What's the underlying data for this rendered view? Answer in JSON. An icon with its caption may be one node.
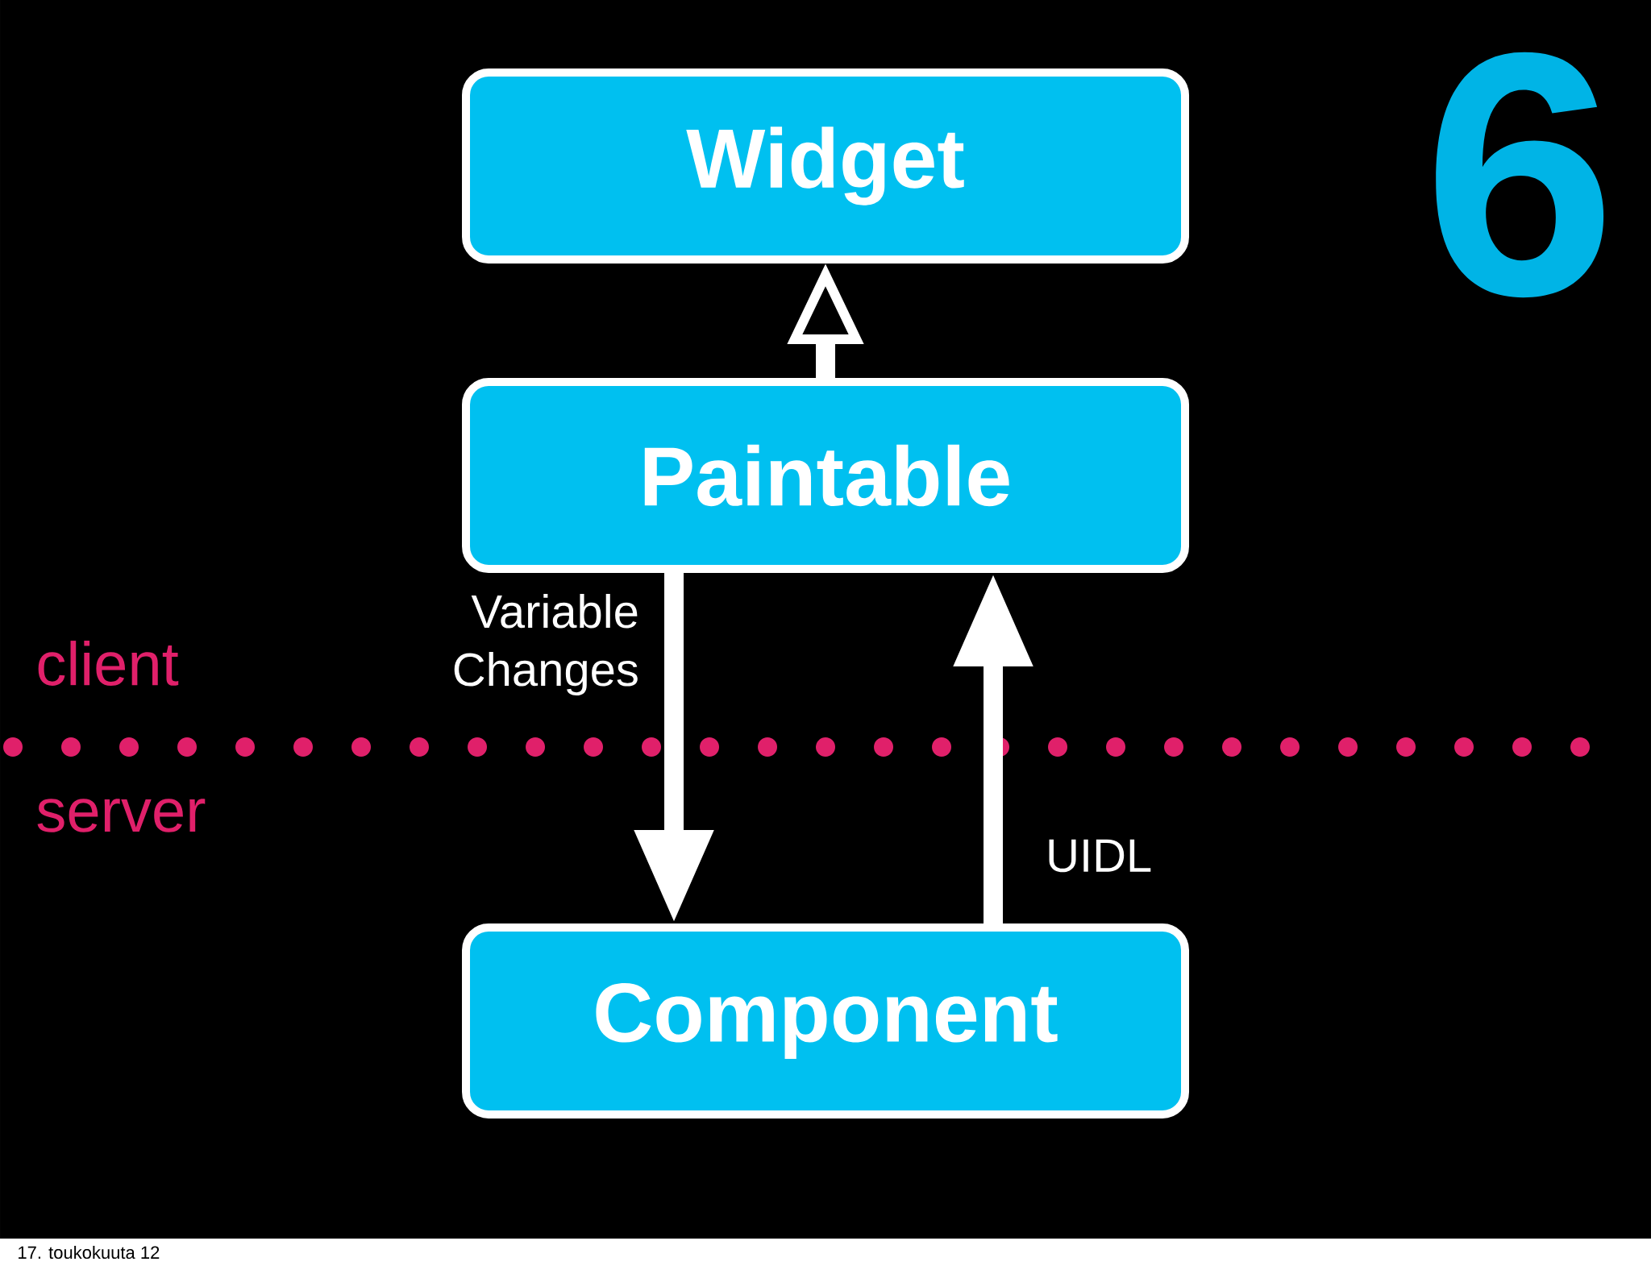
{
  "diagram": {
    "nodes": [
      {
        "text": [
          "Widget"
        ]
      },
      {
        "text": [
          "Paintable"
        ]
      },
      {
        "text": [
          "Component"
        ]
      }
    ],
    "edges": [
      {
        "from": 1,
        "to": 0,
        "arrow": "to"
      },
      {
        "from": 1,
        "to": 2,
        "arrow": "to",
        "label": "Variable Changes"
      },
      {
        "from": 2,
        "to": 1,
        "arrow": "to",
        "label": "UIDL"
      }
    ],
    "labels": [
      "6",
      "client",
      "server",
      "17. toukokuuta 12"
    ]
  }
}
